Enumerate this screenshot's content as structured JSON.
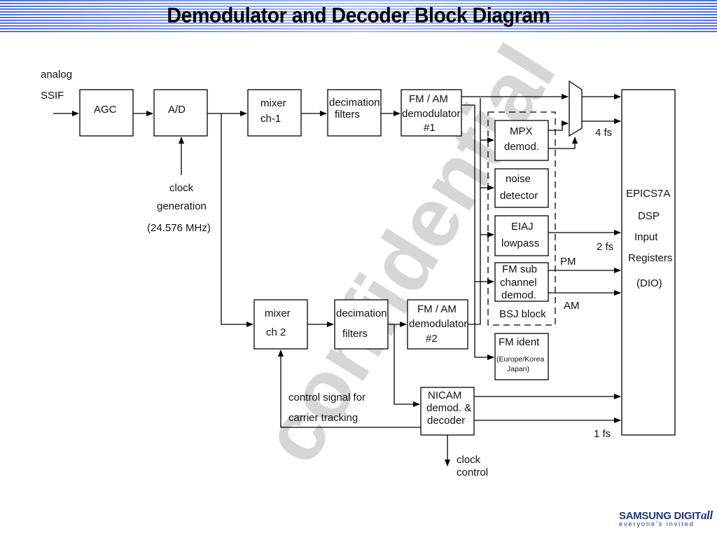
{
  "title": "Demodulator and Decoder Block Diagram",
  "watermark": "confidential",
  "inputs": {
    "line1": "analog",
    "line2": "SSIF"
  },
  "blocks": {
    "agc": "AGC",
    "adc": "A/D",
    "mixer1": [
      "mixer",
      "ch-1"
    ],
    "decim1": [
      "decimation",
      "filters"
    ],
    "fmam1": [
      "FM / AM",
      "demodulator",
      "#1"
    ],
    "mpx": [
      "MPX",
      "demod."
    ],
    "noise": [
      "noise",
      "detector"
    ],
    "eiaj": [
      "EIAJ",
      "lowpass"
    ],
    "fmsub": [
      "FM sub",
      "channel",
      "demod."
    ],
    "bsj": "BSJ block",
    "fmident": [
      "FM  ident",
      "(Europe/Korea",
      "Japan)"
    ],
    "mixer2": [
      "mixer",
      "ch 2"
    ],
    "decim2": [
      "decimation",
      "filters"
    ],
    "fmam2": [
      "FM / AM",
      "demodulator",
      "#2"
    ],
    "nicam": [
      "NICAM",
      "demod. &",
      "decoder"
    ],
    "dsp": [
      "EPICS7A",
      "DSP",
      "Input",
      "Registers",
      "(DIO)"
    ]
  },
  "labels": {
    "clock_gen": [
      "clock",
      "generation",
      "(24.576 MHz)"
    ],
    "fs4": "4 fs",
    "fs2": "2 fs",
    "pm": "PM",
    "am": "AM",
    "fs1": "1 fs",
    "control": [
      "control signal for",
      "carrier tracking"
    ],
    "clock_out": [
      "clock",
      "control"
    ]
  },
  "logo": {
    "brand": "SAMSUNG DIGIT",
    "brand_suffix": "all",
    "tagline": "everyone's invited"
  }
}
